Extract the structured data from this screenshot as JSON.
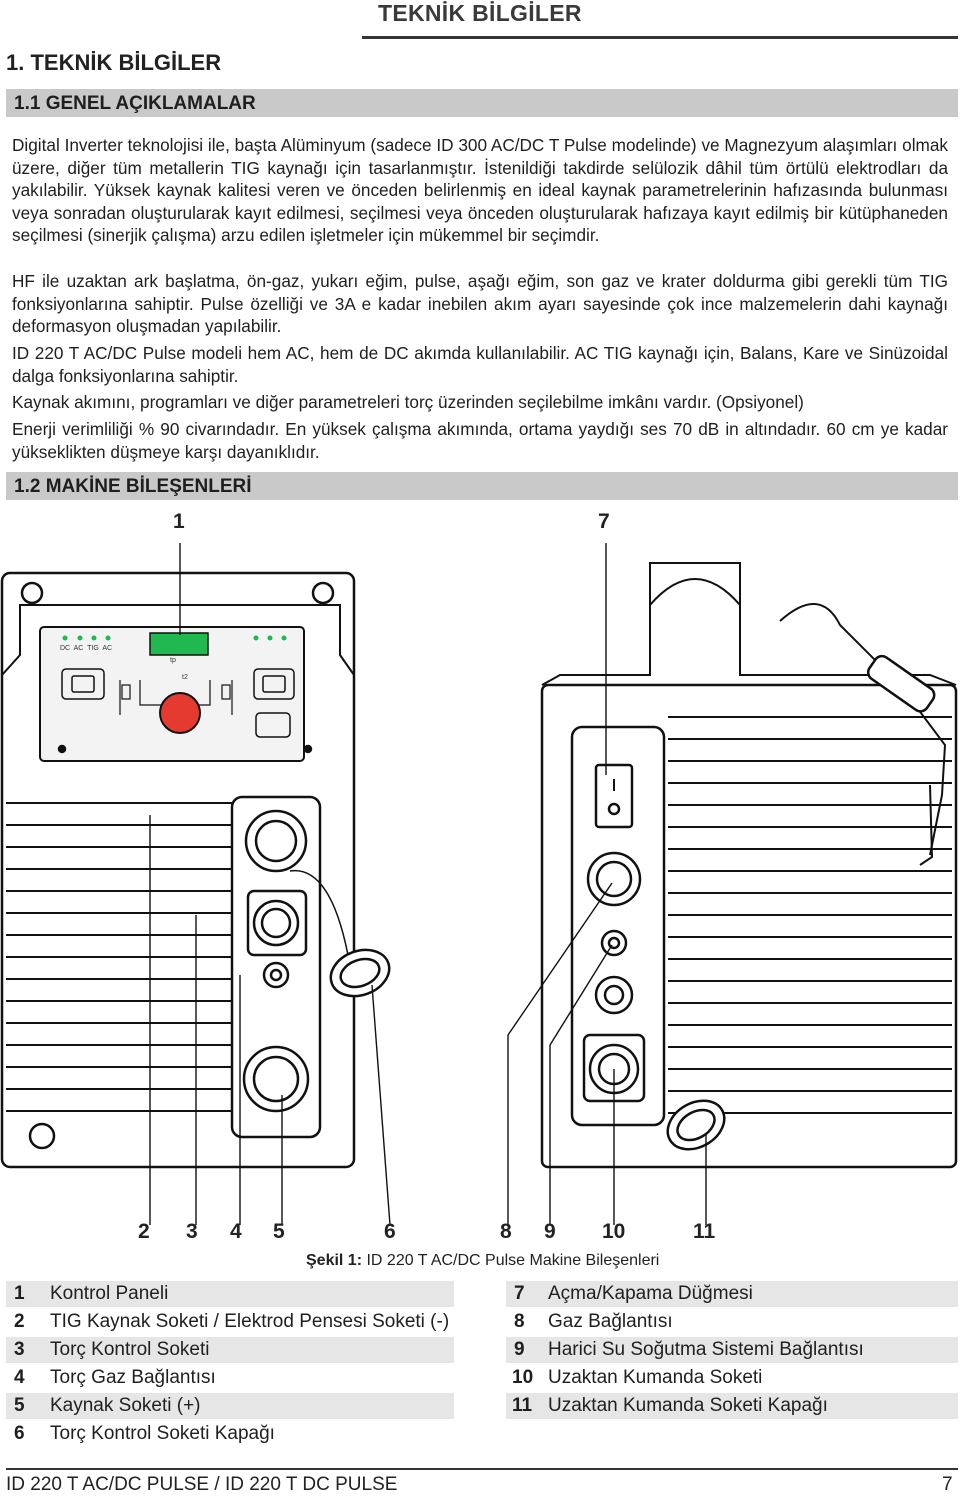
{
  "header": {
    "title": "TEKNİK BİLGİLER"
  },
  "section": {
    "title": "1. TEKNİK BİLGİLER"
  },
  "general": {
    "heading": "1.1 GENEL AÇIKLAMALAR",
    "paragraphs": [
      "Digital Inverter teknolojisi ile, başta Alüminyum (sadece ID 300 AC/DC T Pulse modelinde) ve Magnezyum alaşımları olmak üzere, diğer tüm metallerin TIG kaynağı için tasarlanmıştır. İstenildiği takdirde selülozik dâhil tüm örtülü elektrodları da yakılabilir. Yüksek kaynak kalitesi veren ve önceden belirlenmiş en ideal kaynak parametrelerinin hafızasında bulunması veya sonradan oluşturularak kayıt edilmesi, seçilmesi veya önceden oluşturularak hafızaya kayıt edilmiş bir kütüphaneden seçilmesi (sinerjik çalışma) arzu edilen işletmeler için mükemmel bir seçimdir.",
      "HF ile uzaktan ark başlatma, ön-gaz, yukarı eğim, pulse, aşağı eğim, son gaz ve krater doldurma gibi gerekli tüm TIG fonksiyonlarına sahiptir. Pulse özelliği ve 3A e kadar inebilen akım ayarı sayesinde çok ince malzemelerin dahi kaynağı deformasyon oluşmadan yapılabilir.",
      "ID 220 T AC/DC Pulse modeli hem AC, hem de DC akımda kullanılabilir. AC TIG kaynağı için, Balans, Kare ve Sinüzoidal dalga fonksiyonlarına sahiptir.",
      "Kaynak akımını, programları ve diğer parametreleri torç üzerinden seçilebilme imkânı vardır. (Opsiyonel)",
      "Enerji verimliliği % 90 civarındadır. En yüksek çalışma akımında, ortama yaydığı ses 70 dB in altındadır. 60 cm ye kadar yükseklikten düşmeye karşı dayanıklıdır."
    ]
  },
  "components": {
    "heading": "1.2 MAKİNE BİLEŞENLERİ",
    "callouts_top": [
      "1",
      "7"
    ],
    "callouts_bottom": [
      "2",
      "3",
      "4",
      "5",
      "6",
      "8",
      "9",
      "10",
      "11"
    ],
    "caption_bold": "Şekil 1:",
    "caption_text": " ID 220 T AC/DC Pulse Makine Bileşenleri",
    "legend_left": [
      {
        "num": "1",
        "label": "Kontrol Paneli"
      },
      {
        "num": "2",
        "label": "TIG Kaynak Soketi / Elektrod Pensesi Soketi (-)"
      },
      {
        "num": "3",
        "label": "Torç Kontrol Soketi"
      },
      {
        "num": "4",
        "label": "Torç Gaz Bağlantısı"
      },
      {
        "num": "5",
        "label": "Kaynak Soketi (+)"
      },
      {
        "num": "6",
        "label": "Torç Kontrol Soketi Kapağı"
      }
    ],
    "legend_right": [
      {
        "num": "7",
        "label": "Açma/Kapama Düğmesi"
      },
      {
        "num": "8",
        "label": "Gaz Bağlantısı"
      },
      {
        "num": "9",
        "label": "Harici Su Soğutma Sistemi Bağlantısı"
      },
      {
        "num": "10",
        "label": "Uzaktan Kumanda Soketi"
      },
      {
        "num": "11",
        "label": "Uzaktan Kumanda Soketi Kapağı"
      }
    ],
    "panel_labels": [
      "DC",
      "AC",
      "TIG",
      "AC",
      "tp",
      "t2"
    ]
  },
  "footer": {
    "model": "ID 220 T AC/DC PULSE / ID 220 T DC PULSE",
    "page": "7"
  }
}
